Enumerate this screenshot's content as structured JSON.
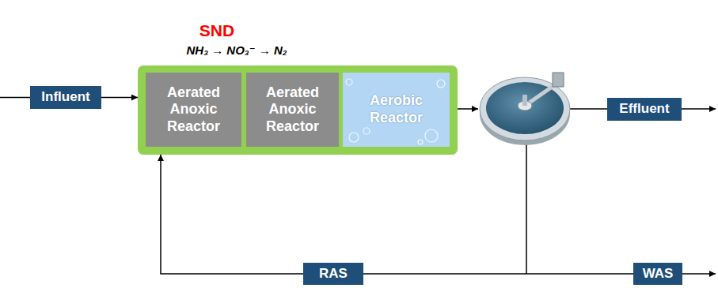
{
  "diagram": {
    "nodes": [
      {
        "text": [
          "SND",
          "NH₃ → NO₃⁻ → N₂"
        ]
      },
      {
        "text": [
          "Aerated Anoxic Reactor"
        ],
        "in": 0
      },
      {
        "text": [
          "Aerated Anoxic Reactor"
        ],
        "in": 0
      },
      {
        "text": [
          "Aerobic Reactor"
        ],
        "in": 0
      },
      {
        "text": [
          "Influent"
        ]
      },
      {
        "text": [
          "Effluent"
        ]
      },
      {
        "text": [
          "RAS"
        ]
      },
      {
        "text": [
          "WAS"
        ]
      }
    ],
    "edges": [
      {
        "from": 4,
        "to": 0,
        "arrow": "to"
      },
      {
        "from": 6,
        "to": 0,
        "arrow": "to"
      }
    ]
  }
}
